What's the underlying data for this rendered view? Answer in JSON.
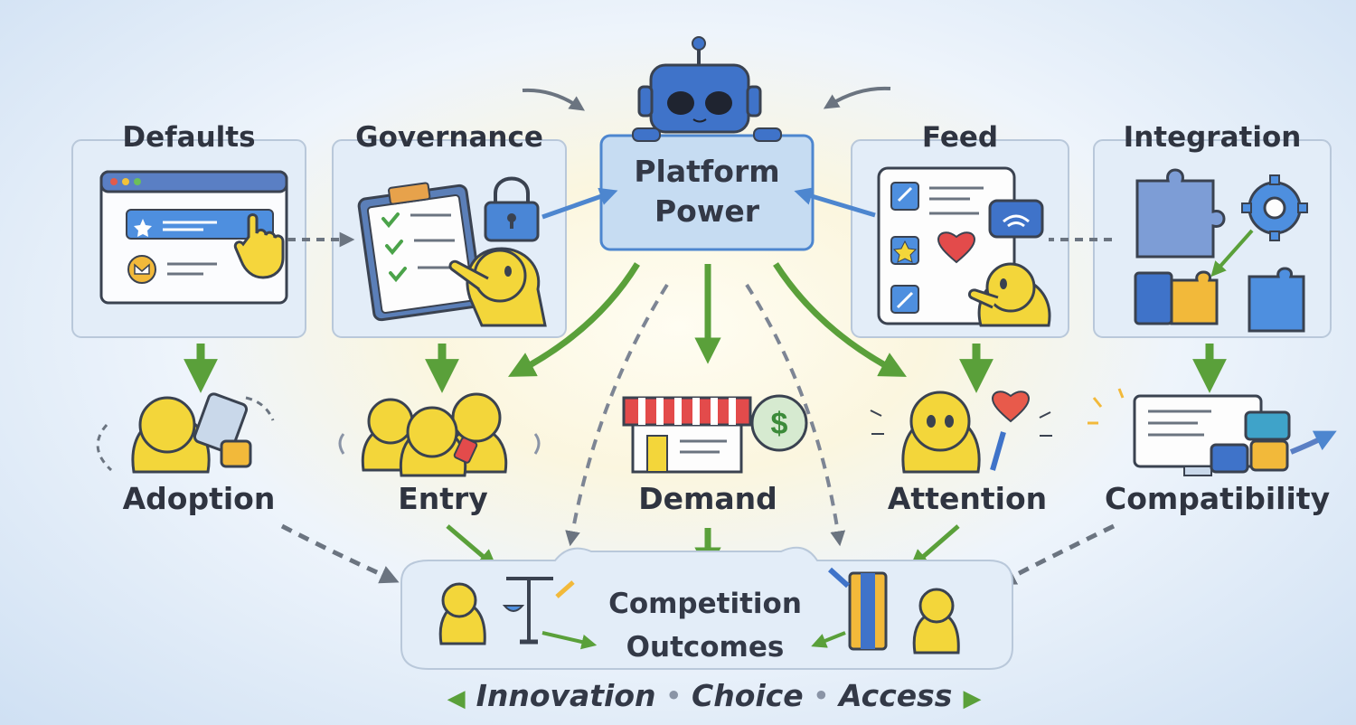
{
  "center": {
    "line1": "Platform",
    "line2": "Power"
  },
  "top_boxes": [
    {
      "label": "Defaults",
      "icon": "browser-pointer-icon"
    },
    {
      "label": "Governance",
      "icon": "checklist-lock-icon"
    },
    {
      "label": "Feed",
      "icon": "feed-icon"
    },
    {
      "label": "Integration",
      "icon": "puzzle-gear-icon"
    }
  ],
  "effects": [
    {
      "label": "Adoption",
      "icon": "person-phone-icon"
    },
    {
      "label": "Entry",
      "icon": "group-icon"
    },
    {
      "label": "Demand",
      "icon": "storefront-icon"
    },
    {
      "label": "Attention",
      "icon": "person-heart-icon"
    },
    {
      "label": "Compatibility",
      "icon": "monitor-windows-icon"
    }
  ],
  "outcome": {
    "line1": "Competition",
    "line2": "Outcomes"
  },
  "tagline": {
    "item1": "Innovation",
    "sep1": "•",
    "item2": "Choice",
    "sep2": "•",
    "item3": "Access"
  },
  "colors": {
    "green_arrow": "#5aa03a",
    "gray_arrow": "#6b7480",
    "robot_blue": "#3f73c9",
    "figure_yellow": "#f3d63a",
    "panel": "#e4eef8"
  }
}
